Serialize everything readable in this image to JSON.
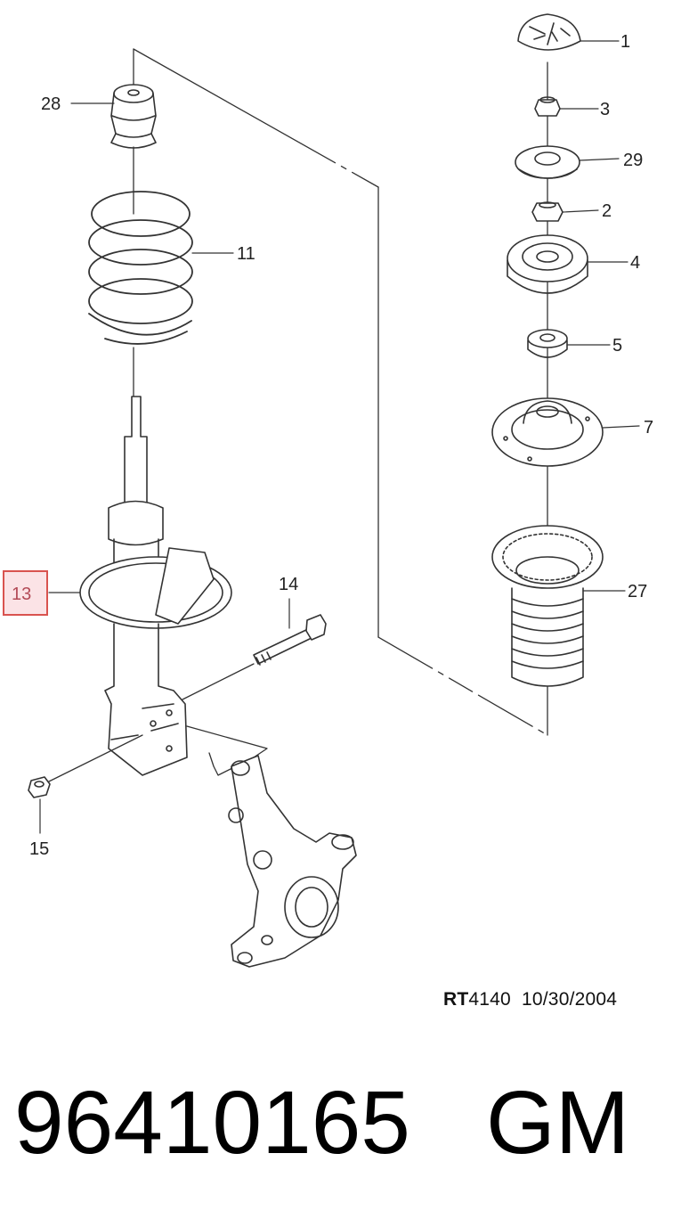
{
  "diagram": {
    "callouts": [
      {
        "id": "1",
        "label": "1"
      },
      {
        "id": "3",
        "label": "3"
      },
      {
        "id": "29",
        "label": "29"
      },
      {
        "id": "2",
        "label": "2"
      },
      {
        "id": "4",
        "label": "4"
      },
      {
        "id": "5",
        "label": "5"
      },
      {
        "id": "7",
        "label": "7"
      },
      {
        "id": "27",
        "label": "27"
      },
      {
        "id": "28",
        "label": "28"
      },
      {
        "id": "11",
        "label": "11"
      },
      {
        "id": "13",
        "label": "13",
        "highlighted": true
      },
      {
        "id": "14",
        "label": "14"
      },
      {
        "id": "15",
        "label": "15"
      }
    ],
    "highlight_color": "#d9534f",
    "highlight_fill": "#fbe3e6",
    "reference": {
      "code_prefix": "RT",
      "code_number": "4140",
      "date": "10/30/2004"
    }
  },
  "footer": {
    "part_number": "96410165",
    "brand": "GM"
  }
}
